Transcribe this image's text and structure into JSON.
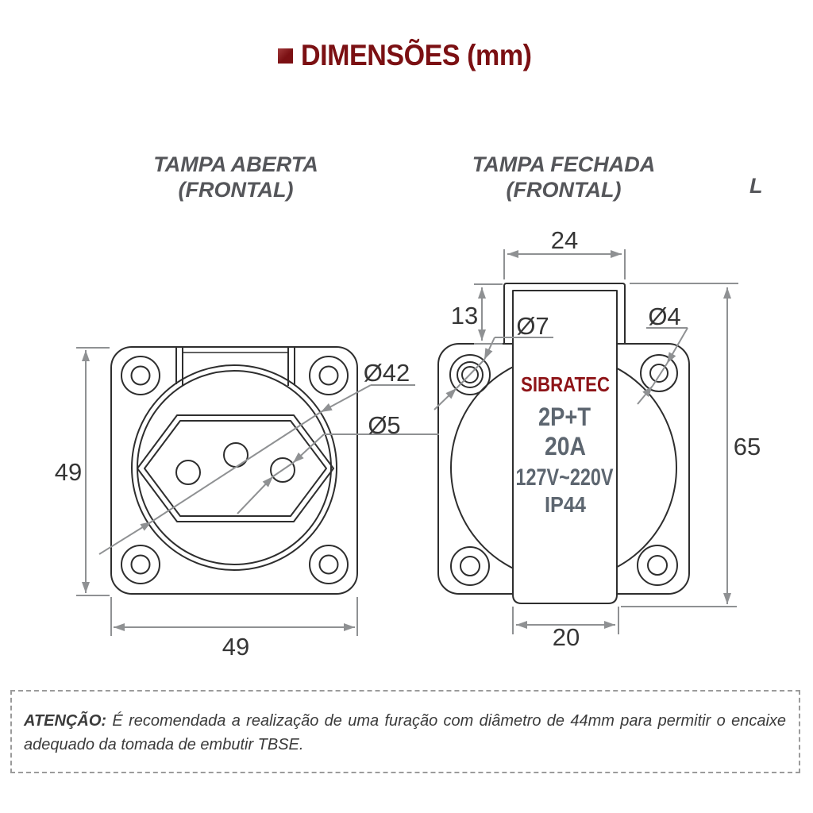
{
  "title": {
    "bullet": "■",
    "text": "DIMENSÕES (mm)"
  },
  "views": {
    "open": {
      "heading_line1": "TAMPA ABERTA",
      "heading_line2": "(FRONTAL)",
      "dim_height": "49",
      "dim_width": "49",
      "dim_recess_diameter": "Ø42",
      "dim_pin_hole_diameter": "Ø5"
    },
    "closed": {
      "heading_line1": "TAMPA FECHADA",
      "heading_line2": "(FRONTAL)",
      "dim_cover_tab_width": "24",
      "dim_cover_tab_height": "13",
      "dim_countersink_diameter": "Ø7",
      "dim_screw_hole_diameter": "Ø4",
      "dim_total_height": "65",
      "dim_strap_width": "20",
      "cover_label": {
        "brand": "SIBRATEC",
        "line_poles": "2P+T",
        "line_current": "20A",
        "line_voltage": "127V~220V",
        "line_protection": "IP44"
      }
    },
    "side_view_partial": "L"
  },
  "warning": {
    "prefix": "ATENÇÃO:",
    "line1": "É recomendada a realização de uma furação com diâmetro de 44mm para permitir o encaixe",
    "line2": "adequado da tomada de embutir TBSE."
  },
  "colors": {
    "title_maroon": "#7b1013",
    "brand_red": "#8e1418",
    "heading_gray": "#55565a",
    "drawing_line": "#2e2e2e",
    "dimension_gray": "#8f9193",
    "cover_label_gray": "#5d6670",
    "dimension_text": "#363636",
    "warning_text": "#3b3b3b",
    "warning_border": "#9b9b9b"
  }
}
